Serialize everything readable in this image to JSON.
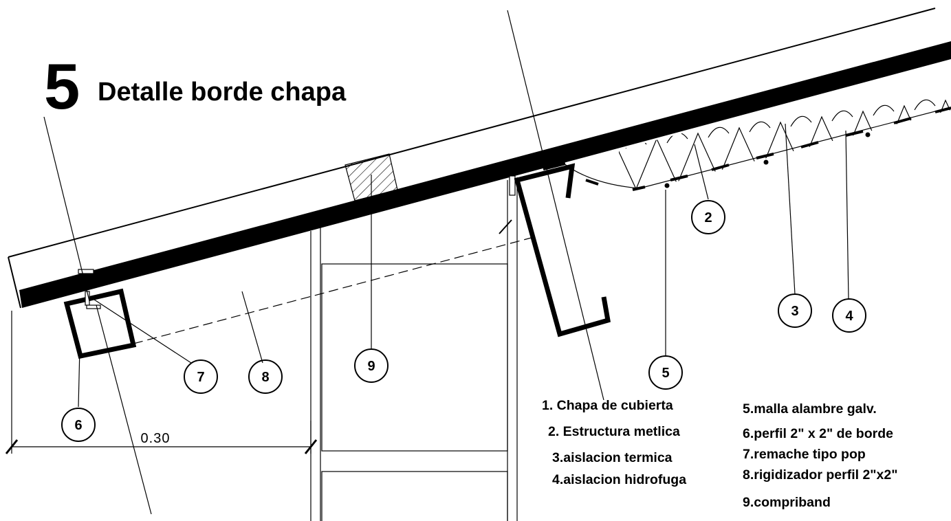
{
  "title": {
    "number": "5",
    "text": "Detalle borde chapa"
  },
  "dimension": {
    "label": "0.30"
  },
  "callouts": {
    "c2": "2",
    "c3": "3",
    "c4": "4",
    "c5": "5",
    "c6": "6",
    "c7": "7",
    "c8": "8",
    "c9": "9"
  },
  "legend": {
    "left": [
      "1. Chapa de cubierta",
      "2. Estructura metlica",
      "3.aislacion termica",
      "4.aislacion hidrofuga"
    ],
    "right": [
      "5.malla alambre galv.",
      "6.perfil  2\" x 2\" de borde",
      "7.remache tipo pop",
      "8.rigidizador perfil  2\"x2\"",
      "9.compriband"
    ]
  }
}
